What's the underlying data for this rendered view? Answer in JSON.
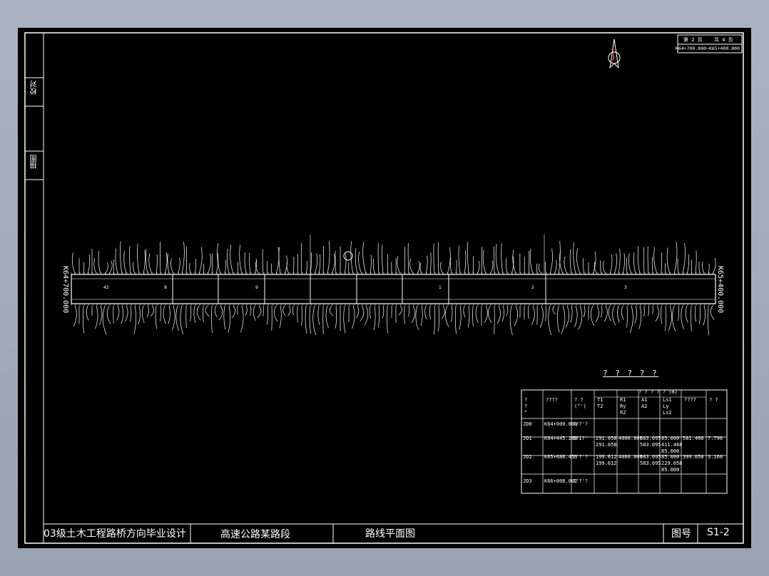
{
  "sheet": {
    "page": "第 2 页",
    "total": "共 4 页",
    "range": "K64+700.000~K65+400.000"
  },
  "side_labels": {
    "top": "校对",
    "mid": "描图"
  },
  "road": {
    "start": "K64+700.000",
    "end": "K65+400.000",
    "segments": [
      "42",
      "8",
      "9",
      "1",
      "2",
      "3"
    ]
  },
  "table": {
    "title": "? ? ? ? ?",
    "header_group": "? ? ? ? ? (m)",
    "headers": [
      "?\n?\n°",
      "????",
      "? ?\n(°')",
      "T1\nT2",
      "R1\nRy\nR2",
      "A1\nA2",
      "Ls1\nLy\nLs2",
      "????",
      "? ?"
    ],
    "rows": [
      [
        "JD0",
        "K64+000.000",
        "?/?'?",
        "",
        "",
        "",
        "",
        "",
        ""
      ],
      [
        "JD1",
        "K64+445.288",
        "5?1?'",
        "291.058\n291.058",
        "4000.000",
        "583.095\n583.095",
        "85.000\n411.468\n85.000",
        "581.468",
        "7.790"
      ],
      [
        "JD2",
        "K65+686.453",
        "?'?'?",
        "199.612\n199.612",
        "4000.000",
        "583.095\n583.095",
        "85.000\n229.058\n85.000",
        "399.058",
        "3.160"
      ],
      [
        "JD3",
        "K66+008.002",
        "?'?'?",
        "",
        "",
        "",
        "",
        "",
        ""
      ]
    ]
  },
  "title_block": {
    "school": "03级土木工程路桥方向毕业设计",
    "project": "高速公路某路段",
    "drawing": "路线平面图",
    "label": "图号",
    "number": "S1-2"
  },
  "colors": {
    "bg": "#000000",
    "line": "#ffffff",
    "window": "#a9b2c1",
    "accent_red": "#d03030"
  }
}
